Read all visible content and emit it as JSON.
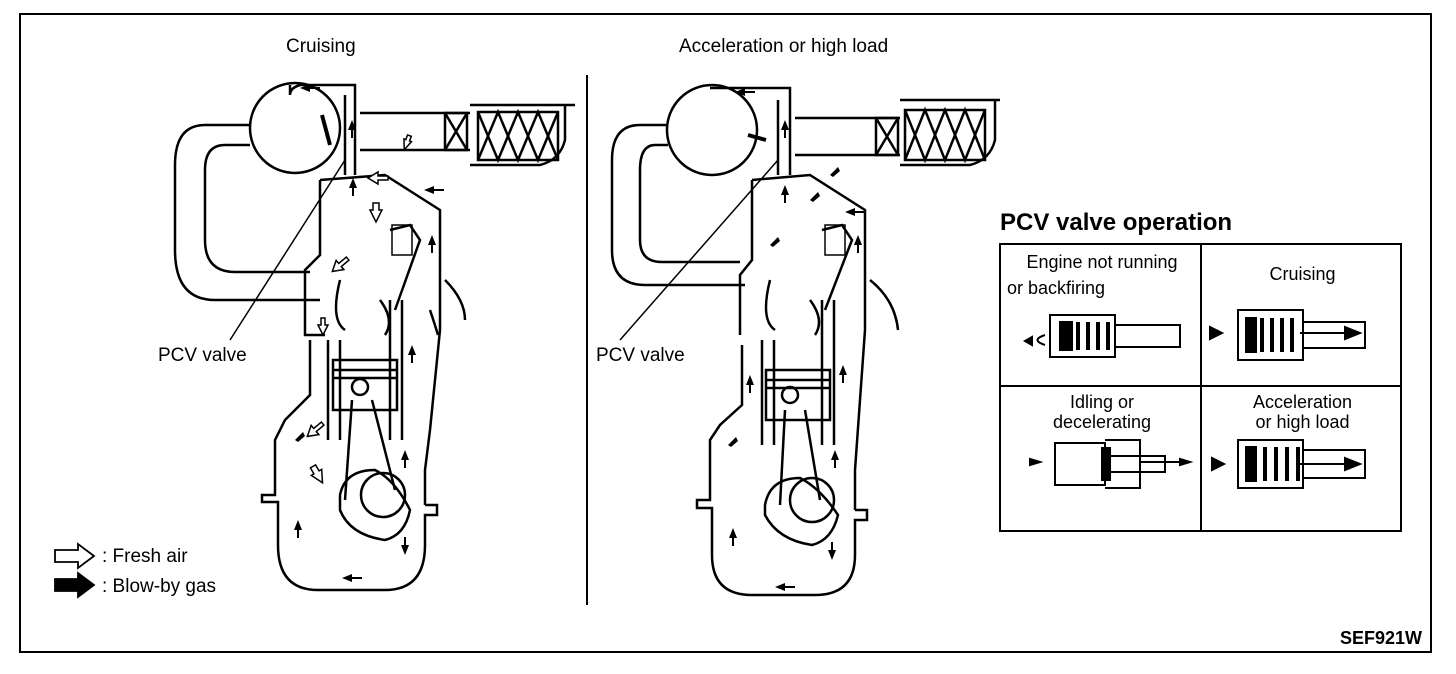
{
  "panels": {
    "cruising": {
      "title": "Cruising",
      "pcv_label": "PCV valve"
    },
    "acceleration": {
      "title": "Acceleration or high load",
      "pcv_label": "PCV valve"
    }
  },
  "legend": {
    "fresh_air": ": Fresh air",
    "blow_by": ": Blow-by gas"
  },
  "pcv_operation": {
    "title": "PCV valve operation",
    "cells": {
      "not_running": {
        "line1": "Engine not running",
        "line2": "or backfiring"
      },
      "cruising": {
        "line1": "Cruising"
      },
      "idling": {
        "line1": "Idling or",
        "line2": "decelerating"
      },
      "acceleration": {
        "line1": "Acceleration",
        "line2": "or high load"
      }
    }
  },
  "figure_code": "SEF921W",
  "colors": {
    "ink": "#000000",
    "paper": "#ffffff"
  },
  "icons": [
    "fresh-air-arrow-icon",
    "blow-by-gas-arrow-icon"
  ]
}
